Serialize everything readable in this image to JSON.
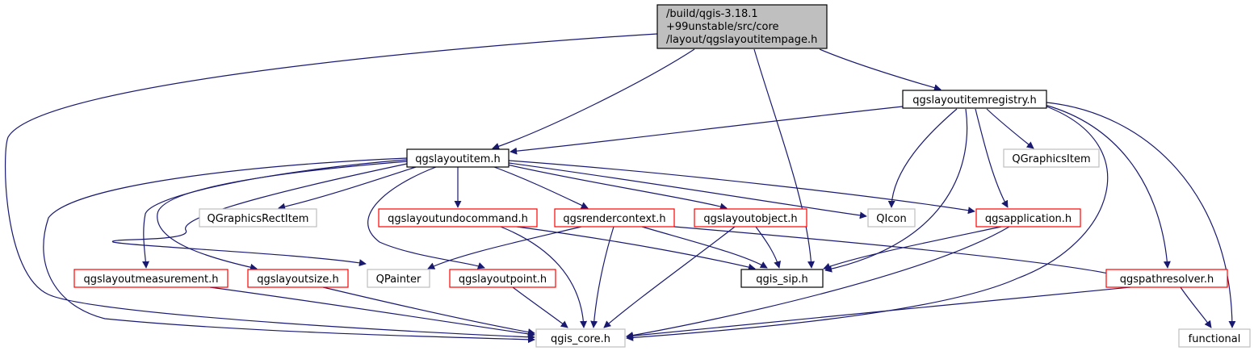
{
  "colors": {
    "edge": "#191970",
    "border_black": "#000000",
    "border_red": "#ff0000",
    "border_gray": "#bfbfbf",
    "root_fill": "#bfbfbf",
    "text": "#000000"
  },
  "nodes": {
    "root": {
      "lines": [
        "/build/qgis-3.18.1",
        "+99unstable/src/core",
        "/layout/qgslayoutitempage.h"
      ],
      "kind": "root"
    },
    "qgslayoutitemregistry": {
      "lines": [
        "qgslayoutitemregistry.h"
      ],
      "kind": "black"
    },
    "qgslayoutitem": {
      "lines": [
        "qgslayoutitem.h"
      ],
      "kind": "black"
    },
    "qgraphicsitem": {
      "lines": [
        "QGraphicsItem"
      ],
      "kind": "gray"
    },
    "qgraphicsrectitem": {
      "lines": [
        "QGraphicsRectItem"
      ],
      "kind": "gray"
    },
    "qgslayoutundocommand": {
      "lines": [
        "qgslayoutundocommand.h"
      ],
      "kind": "red"
    },
    "qgsrendercontext": {
      "lines": [
        "qgsrendercontext.h"
      ],
      "kind": "red"
    },
    "qgslayoutobject": {
      "lines": [
        "qgslayoutobject.h"
      ],
      "kind": "red"
    },
    "qicon": {
      "lines": [
        "QIcon"
      ],
      "kind": "gray"
    },
    "qgsapplication": {
      "lines": [
        "qgsapplication.h"
      ],
      "kind": "red"
    },
    "qgslayoutmeasurement": {
      "lines": [
        "qgslayoutmeasurement.h"
      ],
      "kind": "red"
    },
    "qgslayoutsize": {
      "lines": [
        "qgslayoutsize.h"
      ],
      "kind": "red"
    },
    "qpainter": {
      "lines": [
        "QPainter"
      ],
      "kind": "gray"
    },
    "qgslayoutpoint": {
      "lines": [
        "qgslayoutpoint.h"
      ],
      "kind": "red"
    },
    "qgis_sip": {
      "lines": [
        "qgis_sip.h"
      ],
      "kind": "black"
    },
    "qgspathresolver": {
      "lines": [
        "qgspathresolver.h"
      ],
      "kind": "red"
    },
    "qgis_core": {
      "lines": [
        "qgis_core.h"
      ],
      "kind": "gray"
    },
    "functional": {
      "lines": [
        "functional"
      ],
      "kind": "gray"
    }
  },
  "edges": [
    [
      "root",
      "qgis_core"
    ],
    [
      "root",
      "qgslayoutitem"
    ],
    [
      "root",
      "qgis_sip"
    ],
    [
      "root",
      "qgslayoutitemregistry"
    ],
    [
      "qgslayoutitemregistry",
      "qgslayoutitem"
    ],
    [
      "qgslayoutitemregistry",
      "qgraphicsitem"
    ],
    [
      "qgslayoutitemregistry",
      "qicon"
    ],
    [
      "qgslayoutitemregistry",
      "qgsapplication"
    ],
    [
      "qgslayoutitemregistry",
      "qgis_sip"
    ],
    [
      "qgslayoutitemregistry",
      "qgspathresolver"
    ],
    [
      "qgslayoutitemregistry",
      "qgis_core"
    ],
    [
      "qgslayoutitemregistry",
      "functional"
    ],
    [
      "qgslayoutitem",
      "qgraphicsrectitem"
    ],
    [
      "qgslayoutitem",
      "qgslayoutundocommand"
    ],
    [
      "qgslayoutitem",
      "qgsrendercontext"
    ],
    [
      "qgslayoutitem",
      "qgslayoutobject"
    ],
    [
      "qgslayoutitem",
      "qicon"
    ],
    [
      "qgslayoutitem",
      "qgsapplication"
    ],
    [
      "qgslayoutitem",
      "qgslayoutmeasurement"
    ],
    [
      "qgslayoutitem",
      "qgslayoutsize"
    ],
    [
      "qgslayoutitem",
      "qpainter"
    ],
    [
      "qgslayoutitem",
      "qgslayoutpoint"
    ],
    [
      "qgslayoutitem",
      "qgis_core"
    ],
    [
      "qgslayoutundocommand",
      "qgis_sip"
    ],
    [
      "qgslayoutundocommand",
      "qgis_core"
    ],
    [
      "qgsrendercontext",
      "qpainter"
    ],
    [
      "qgsrendercontext",
      "qgis_sip"
    ],
    [
      "qgsrendercontext",
      "qgis_core"
    ],
    [
      "qgsrendercontext",
      "qgspathresolver"
    ],
    [
      "qgslayoutobject",
      "qgis_sip"
    ],
    [
      "qgslayoutobject",
      "qgis_core"
    ],
    [
      "qgsapplication",
      "qgis_sip"
    ],
    [
      "qgsapplication",
      "qgis_core"
    ],
    [
      "qgslayoutmeasurement",
      "qgis_core"
    ],
    [
      "qgslayoutsize",
      "qgis_core"
    ],
    [
      "qgslayoutpoint",
      "qgis_core"
    ],
    [
      "qgspathresolver",
      "qgis_core"
    ],
    [
      "qgspathresolver",
      "functional"
    ]
  ]
}
